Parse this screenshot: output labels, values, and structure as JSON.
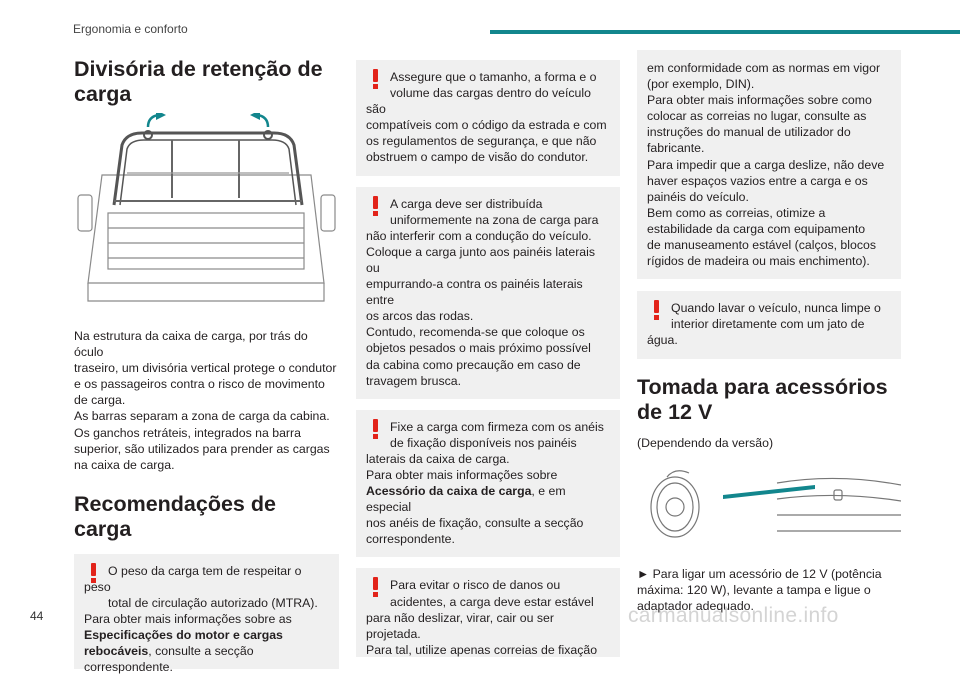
{
  "header": {
    "section": "Ergonomia e conforto",
    "accent": "#12868d"
  },
  "page_number": "44",
  "watermark": "carmanualsonline.info",
  "col1": {
    "title": "Divisória de retenção de carga",
    "image_alt": "truck-bed-partition-illustration",
    "para1": [
      "Na estrutura da caixa de carga, por trás do óculo",
      "traseiro, um divisória vertical protege o condutor",
      "e os passageiros contra o risco de movimento",
      "de carga."
    ],
    "para2": [
      "As barras separam a zona de carga da cabina.",
      "Os ganchos retráteis, integrados na barra",
      "superior, são utilizados para prender as cargas",
      "na caixa de carga."
    ],
    "subtitle": "Recomendações de carga",
    "warn1": {
      "lines": [
        "O peso da carga tem de respeitar o peso",
        "total de circulação autorizado (MTRA).",
        "Para obter mais informações sobre as"
      ],
      "bold1": "Especificações do motor e cargas",
      "bold2": "rebocáveis",
      "tail": ", consulte a secção",
      "last": "correspondente."
    }
  },
  "col2": {
    "warn2": [
      "Assegure que o tamanho, a forma e o",
      "volume das cargas dentro do veículo são",
      "compatíveis com o código da estrada e com",
      "os regulamentos de segurança, e que não",
      "obstruem o campo de visão do condutor."
    ],
    "warn3": [
      "A carga deve ser distribuída",
      "uniformemente na zona de carga para",
      "não interferir com a condução do veículo.",
      "Coloque a carga junto aos painéis laterais ou",
      "empurrando-a contra os painéis laterais entre",
      "os arcos das rodas.",
      "Contudo, recomenda-se que coloque os",
      "objetos pesados o mais próximo possível",
      "da cabina como precaução em caso de",
      "travagem brusca."
    ],
    "warn4": {
      "lines": [
        "Fixe a carga com firmeza com os anéis",
        "de fixação disponíveis nos painéis",
        "laterais da caixa de carga.",
        "Para obter mais informações sobre"
      ],
      "bold": "Acessório da caixa de carga",
      "tail": ", e em especial",
      "rest": [
        "nos anéis de fixação, consulte a secção",
        "correspondente."
      ]
    },
    "warn5": [
      "Para evitar o risco de danos ou",
      "acidentes, a carga deve estar estável",
      "para não deslizar, virar, cair ou ser projetada.",
      "Para tal, utilize apenas correias de fixação"
    ]
  },
  "col3": {
    "cont": [
      "em conformidade com as normas em vigor",
      "(por exemplo, DIN).",
      "Para obter mais informações sobre como",
      "colocar as correias no lugar, consulte as",
      "instruções do manual de utilizador do",
      "fabricante.",
      "Para impedir que a carga deslize, não deve",
      "haver espaços vazios entre a carga e os",
      "painéis do veículo.",
      "Bem como as correias, otimize a",
      "estabilidade da carga com equipamento",
      "de manuseamento estável (calços, blocos",
      "rígidos de madeira ou mais enchimento)."
    ],
    "warn6": [
      "Quando lavar o veículo, nunca limpe o",
      "interior diretamente com um jato de",
      "água."
    ],
    "title": "Tomada para acessórios de 12 V",
    "version": "(Dependendo da versão)",
    "image_alt": "12v-socket-illustration",
    "step": [
      "► Para ligar um acessório de 12 V (potência",
      "máxima: 120 W), levante a tampa e ligue o",
      "adaptador adequado."
    ]
  },
  "colors": {
    "warning": "#e2231a",
    "box_bg": "#f0f0f0"
  }
}
